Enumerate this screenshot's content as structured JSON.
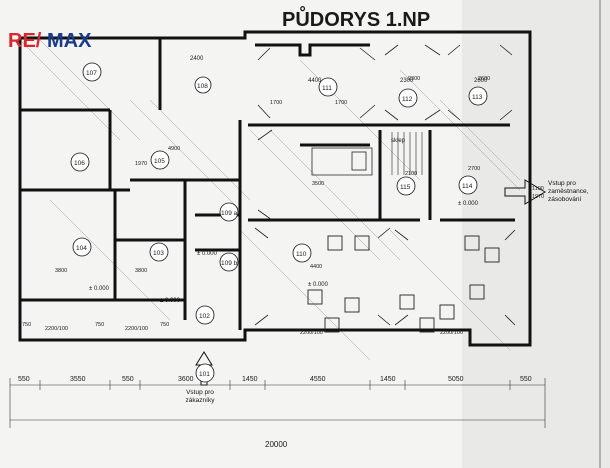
{
  "header": {
    "title": "PŮDORYS 1.NP",
    "logo_text": "RE/MAX"
  },
  "rooms": [
    {
      "id": "107",
      "label": "107"
    },
    {
      "id": "108",
      "label": "108"
    },
    {
      "id": "106",
      "label": "106"
    },
    {
      "id": "105",
      "label": "105"
    },
    {
      "id": "104",
      "label": "104"
    },
    {
      "id": "103",
      "label": "103"
    },
    {
      "id": "109a",
      "label": "109 a"
    },
    {
      "id": "109b",
      "label": "109 b"
    },
    {
      "id": "102",
      "label": "102"
    },
    {
      "id": "101",
      "label": "101"
    },
    {
      "id": "111",
      "label": "111"
    },
    {
      "id": "112",
      "label": "112"
    },
    {
      "id": "113",
      "label": "113"
    },
    {
      "id": "115",
      "label": "115"
    },
    {
      "id": "114",
      "label": "114"
    },
    {
      "id": "110",
      "label": "110"
    }
  ],
  "annotations": {
    "entrance_staff": "Vstup pro zaměstnance, zásobování",
    "entrance_customers": "Vstup pro zákazníky",
    "stairs_label": "sklep",
    "level_1": "± 0.000",
    "level_2": "± 0.000",
    "level_3": "± 0.000",
    "level_4": "± 0.000",
    "level_5": "± 0.000"
  },
  "dimensions_bottom": [
    "550",
    "3550",
    "550",
    "3600",
    "1450",
    "4550",
    "1450",
    "5050",
    "550"
  ],
  "dimension_total": "20000",
  "dimensions_top": [
    "2400",
    "4400",
    "2300",
    "2600"
  ],
  "dimensions_misc": [
    "4900",
    "3800",
    "3800",
    "3500",
    "4400",
    "2100",
    "2300",
    "2700",
    "2600",
    "1700",
    "1700",
    "750",
    "750",
    "750",
    "1970",
    "1100",
    "1970",
    "2200/100",
    "2200/100",
    "2200/100",
    "2200/100"
  ],
  "colors": {
    "background": "#f4f4f2",
    "wall": "#111111",
    "logo_red": "#d8282f",
    "logo_blue": "#1a3b8f"
  }
}
